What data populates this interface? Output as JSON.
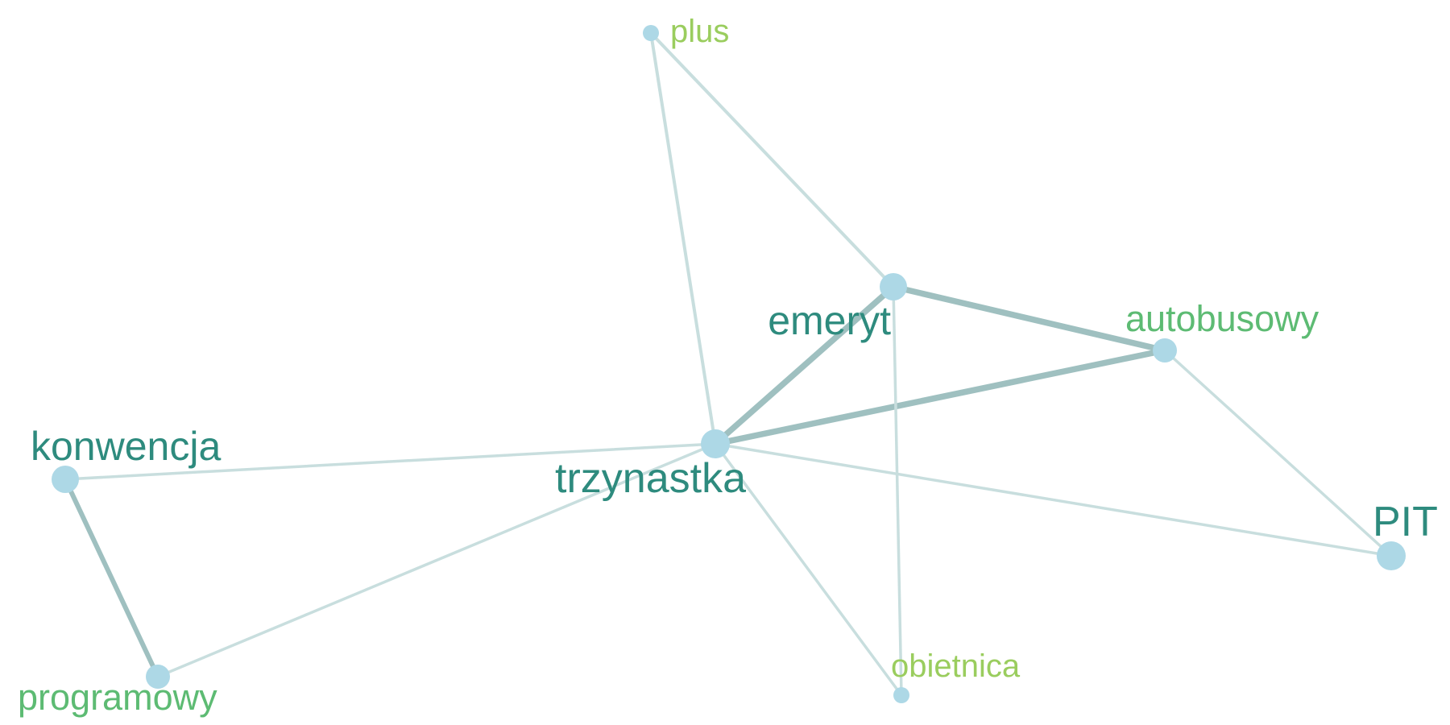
{
  "graph": {
    "nodes": [
      {
        "id": "plus",
        "label": "plus",
        "label_color": "#9ACD5E",
        "weight": 1
      },
      {
        "id": "emeryt",
        "label": "emeryt",
        "label_color": "#2E8B7E",
        "weight": 3
      },
      {
        "id": "autobusowy",
        "label": "autobusowy",
        "label_color": "#5DBB73",
        "weight": 2
      },
      {
        "id": "trzynastka",
        "label": "trzynastka",
        "label_color": "#2E8B7E",
        "weight": 4
      },
      {
        "id": "konwencja",
        "label": "konwencja",
        "label_color": "#2E8B7E",
        "weight": 3
      },
      {
        "id": "programowy",
        "label": "programowy",
        "label_color": "#5DBB73",
        "weight": 2
      },
      {
        "id": "obietnica",
        "label": "obietnica",
        "label_color": "#9ACD5E",
        "weight": 1
      },
      {
        "id": "PIT",
        "label": "PIT",
        "label_color": "#2E8B7E",
        "weight": 4
      }
    ],
    "edges": [
      {
        "source": "plus",
        "target": "trzynastka",
        "strength": 0.3
      },
      {
        "source": "plus",
        "target": "emeryt",
        "strength": 0.3
      },
      {
        "source": "emeryt",
        "target": "trzynastka",
        "strength": 1.0
      },
      {
        "source": "emeryt",
        "target": "autobusowy",
        "strength": 1.0
      },
      {
        "source": "trzynastka",
        "target": "autobusowy",
        "strength": 1.0
      },
      {
        "source": "emeryt",
        "target": "obietnica",
        "strength": 0.2
      },
      {
        "source": "autobusowy",
        "target": "PIT",
        "strength": 0.2
      },
      {
        "source": "trzynastka",
        "target": "konwencja",
        "strength": 0.2
      },
      {
        "source": "trzynastka",
        "target": "programowy",
        "strength": 0.2
      },
      {
        "source": "trzynastka",
        "target": "obietnica",
        "strength": 0.2
      },
      {
        "source": "trzynastka",
        "target": "PIT",
        "strength": 0.2
      },
      {
        "source": "konwencja",
        "target": "programowy",
        "strength": 0.7
      }
    ],
    "colors": {
      "node_fill": "#ADD8E6",
      "edge_strong": "#9FC0C0",
      "edge_weak": "#C8DEDE"
    }
  }
}
